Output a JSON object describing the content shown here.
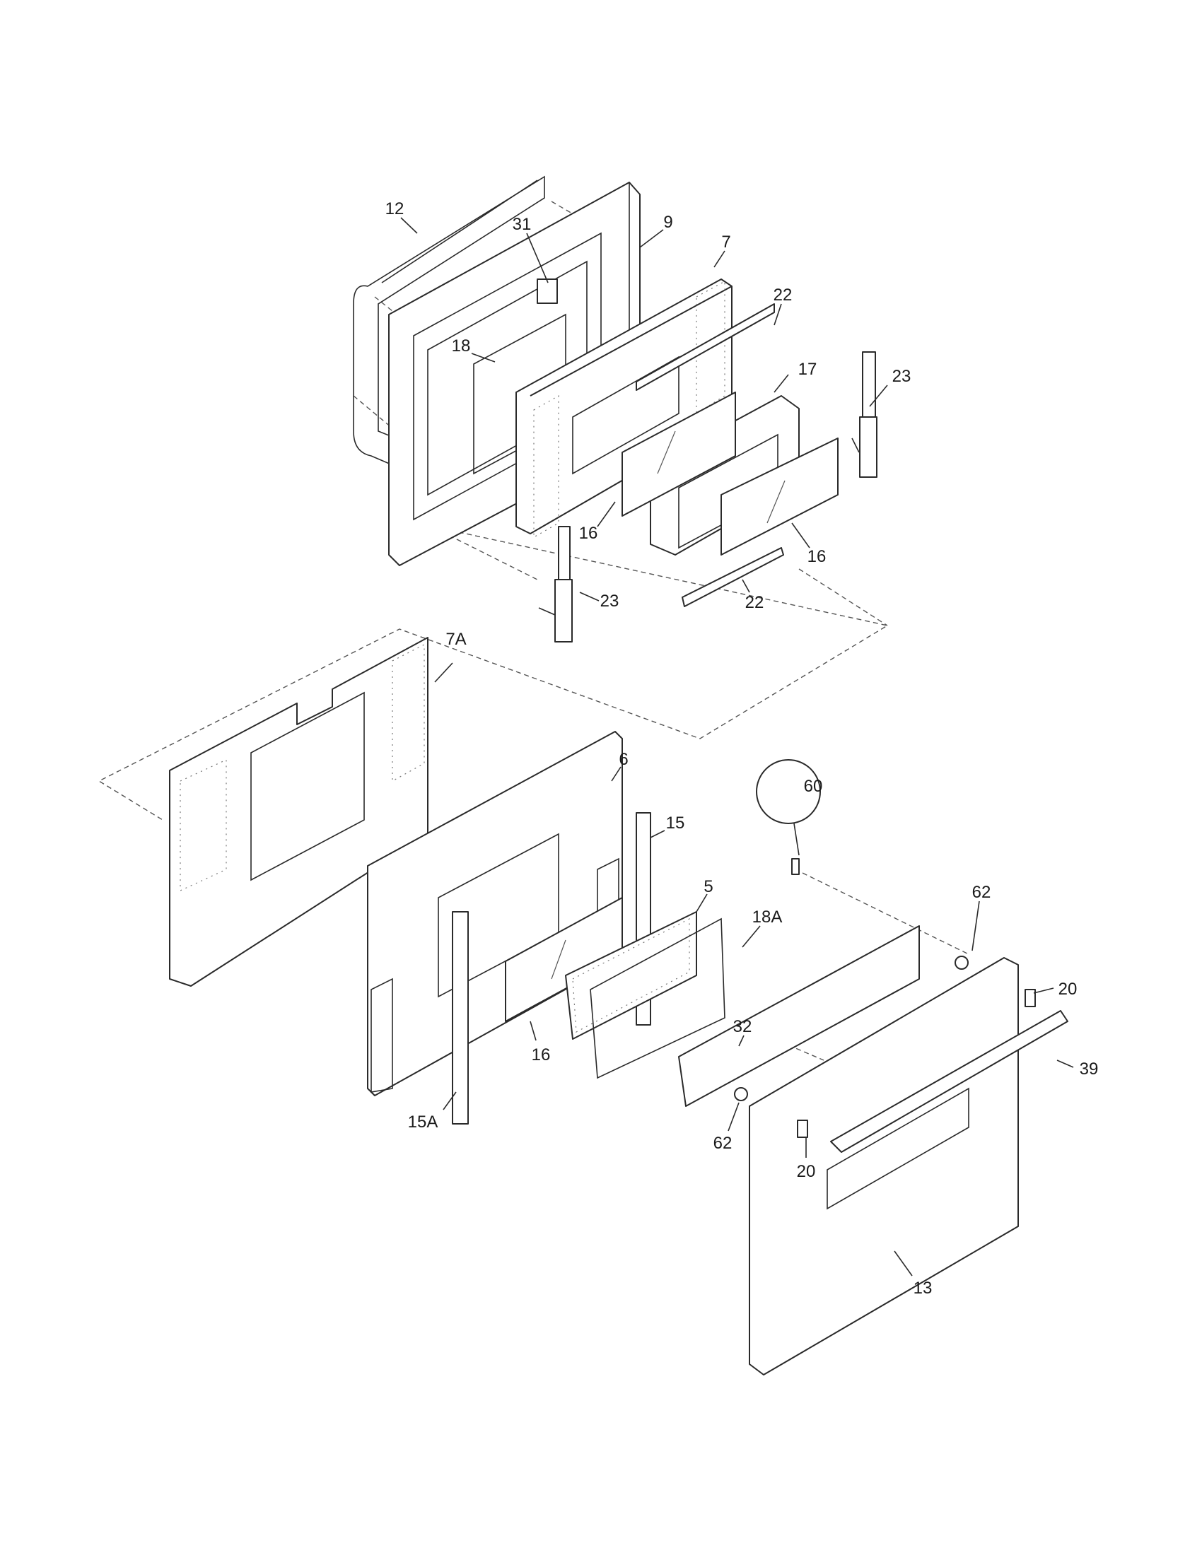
{
  "callouts": {
    "c12": "12",
    "c31": "31",
    "c9": "9",
    "c7": "7",
    "c22a": "22",
    "c18": "18",
    "c17": "17",
    "c23a": "23",
    "c16a": "16",
    "c16b": "16",
    "c23b": "23",
    "c22b": "22",
    "c7A": "7A",
    "c6": "6",
    "c60": "60",
    "c15": "15",
    "c5": "5",
    "c18A": "18A",
    "c62a": "62",
    "c20a": "20",
    "c32": "32",
    "c39": "39",
    "c16c": "16",
    "c15A": "15A",
    "c62b": "62",
    "c20b": "20",
    "c13": "13"
  }
}
